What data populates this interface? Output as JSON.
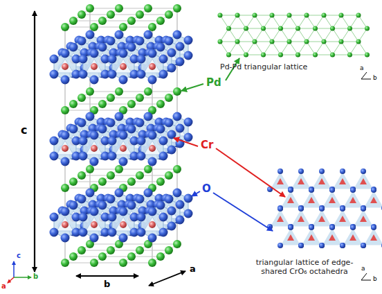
{
  "diagram": {
    "labels": [
      "c",
      "Pd",
      "Pd-Pd triangular lattice",
      "Cr",
      "O",
      "triangular lattice of edge-shared CrO₆ octahedra",
      "b",
      "a",
      "c",
      "b",
      "a",
      "b",
      "a",
      "b",
      "a"
    ]
  }
}
